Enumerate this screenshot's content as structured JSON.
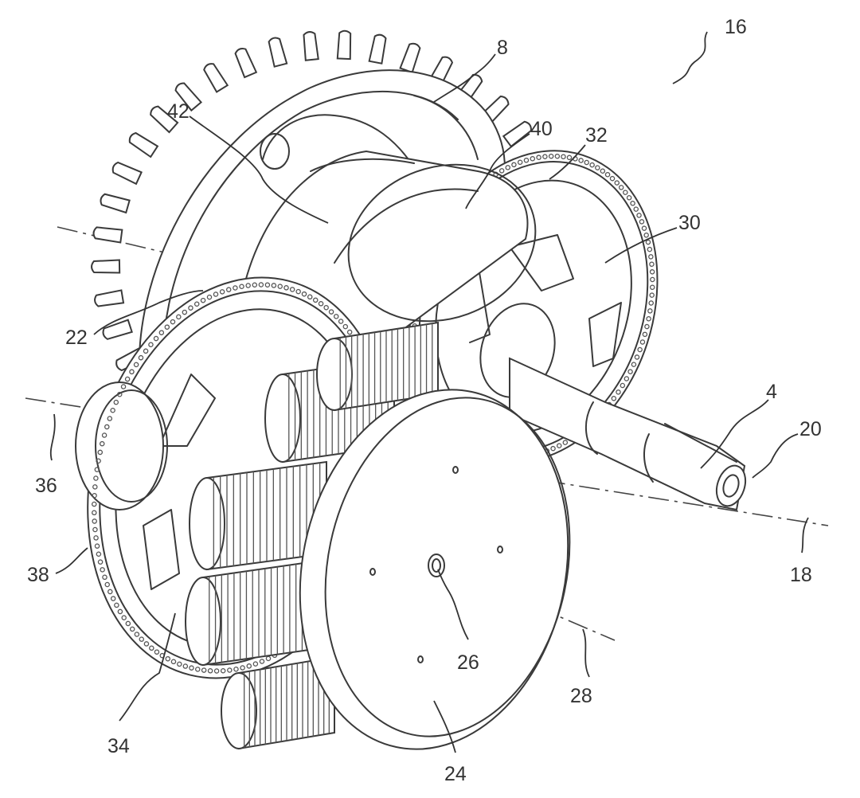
{
  "figure": {
    "labels": [
      {
        "id": "16",
        "text": "16"
      },
      {
        "id": "8",
        "text": "8"
      },
      {
        "id": "42",
        "text": "42"
      },
      {
        "id": "40",
        "text": "40"
      },
      {
        "id": "32",
        "text": "32"
      },
      {
        "id": "30",
        "text": "30"
      },
      {
        "id": "22",
        "text": "22"
      },
      {
        "id": "4",
        "text": "4"
      },
      {
        "id": "20",
        "text": "20"
      },
      {
        "id": "36",
        "text": "36"
      },
      {
        "id": "38",
        "text": "38"
      },
      {
        "id": "26",
        "text": "26"
      },
      {
        "id": "18",
        "text": "18"
      },
      {
        "id": "28",
        "text": "28"
      },
      {
        "id": "34",
        "text": "34"
      },
      {
        "id": "24",
        "text": "24"
      }
    ]
  }
}
